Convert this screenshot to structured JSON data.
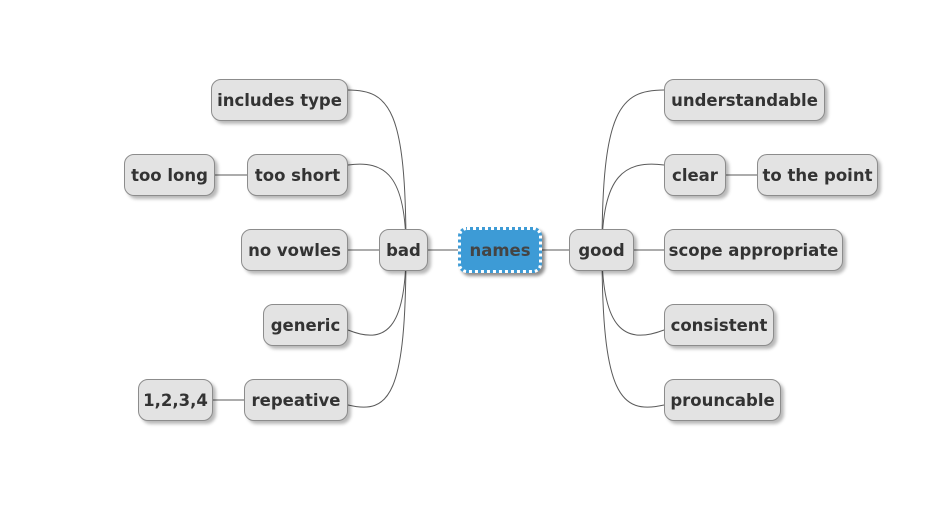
{
  "mindmap": {
    "root": {
      "label": "names",
      "color": "#3d9bd6"
    },
    "left_branch": {
      "label": "bad",
      "children": [
        {
          "label": "includes type"
        },
        {
          "label": "too short",
          "children": [
            {
              "label": "too long"
            }
          ]
        },
        {
          "label": "no vowles"
        },
        {
          "label": "generic"
        },
        {
          "label": "repeative",
          "children": [
            {
              "label": "1,2,3,4"
            }
          ]
        }
      ]
    },
    "right_branch": {
      "label": "good",
      "children": [
        {
          "label": "understandable"
        },
        {
          "label": "clear",
          "children": [
            {
              "label": "to the point"
            }
          ]
        },
        {
          "label": "scope appropriate"
        },
        {
          "label": "consistent"
        },
        {
          "label": "prouncable"
        }
      ]
    },
    "node_color": "#e3e3e3",
    "line_color": "#555555"
  }
}
